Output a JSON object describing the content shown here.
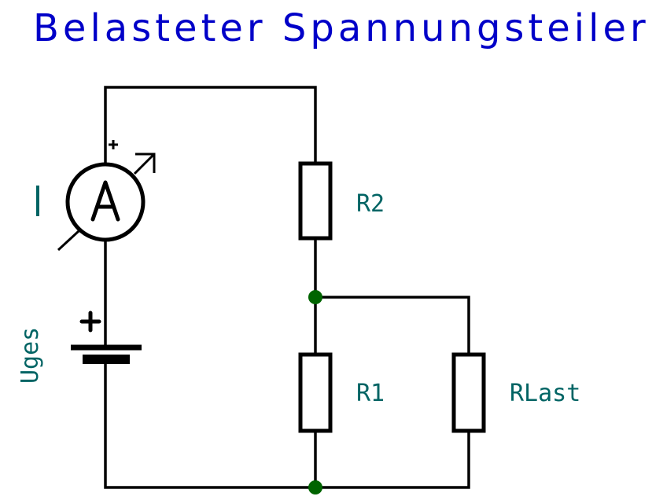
{
  "title": "Belasteter Spannungsteiler",
  "colors": {
    "title": "#0000c8",
    "label": "#006464",
    "wire": "#000000",
    "junction": "#006400"
  },
  "components": {
    "ammeter": {
      "symbol": "A",
      "label": "I",
      "polarity": "+"
    },
    "battery": {
      "label": "Uges",
      "polarity": "+"
    },
    "r2": {
      "label": "R2"
    },
    "r1": {
      "label": "R1"
    },
    "rlast": {
      "label": "RLast"
    }
  }
}
